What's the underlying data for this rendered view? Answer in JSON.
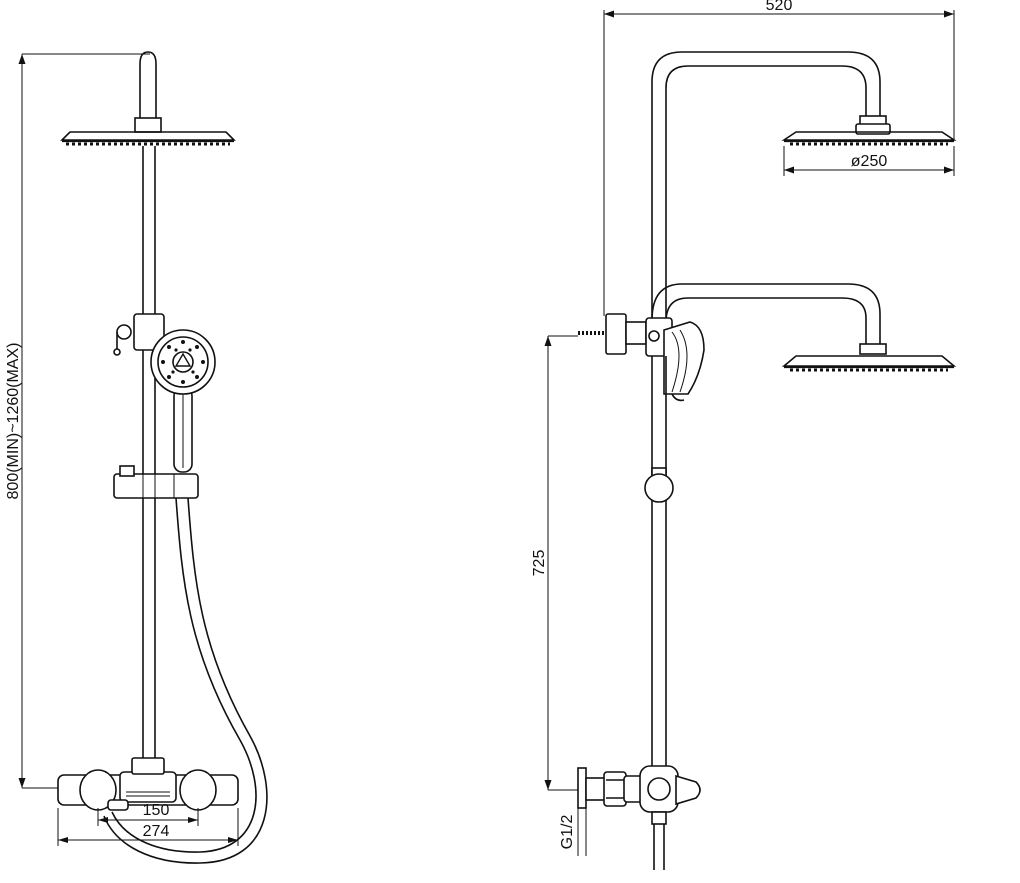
{
  "front_view": {
    "height_dimension": "800(MIN)~1260(MAX)",
    "center_distance": "150",
    "valve_width": "274"
  },
  "side_view": {
    "arm_reach": "520",
    "head_diameter": "ø250",
    "mount_height": "725",
    "inlet_thread": "G1/2"
  }
}
